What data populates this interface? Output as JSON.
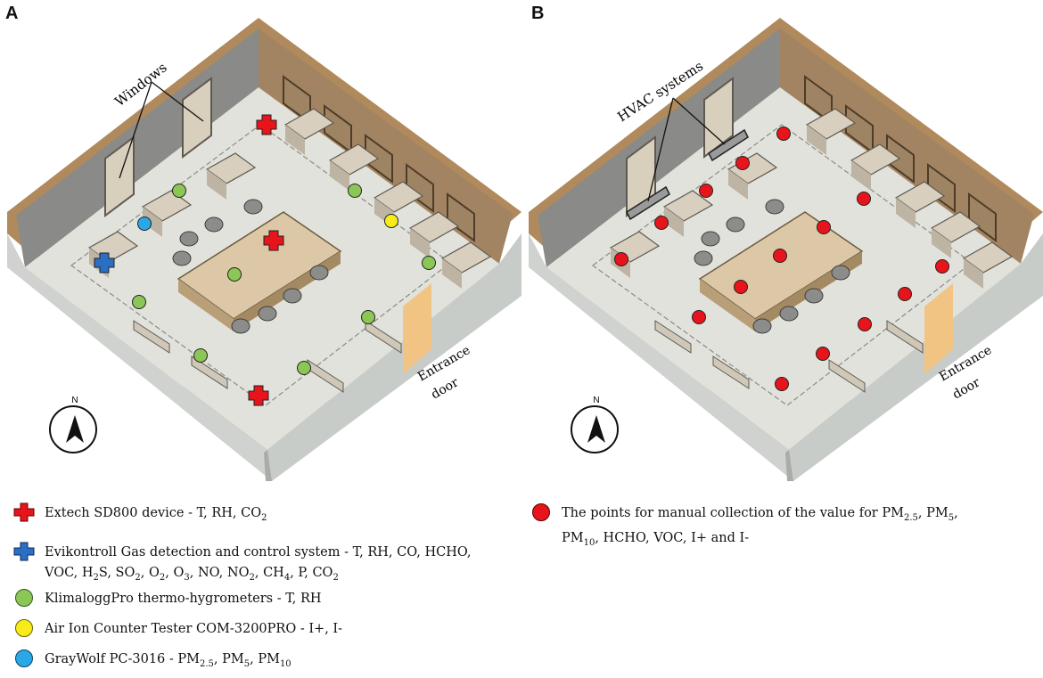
{
  "panels": {
    "a": {
      "letter": "A",
      "windows_label": "Windows",
      "entrance_line1": "Entrance",
      "entrance_line2": "door",
      "compass": "N"
    },
    "b": {
      "letter": "B",
      "hvac_label": "HVAC systems",
      "entrance_line1": "Entrance",
      "entrance_line2": "door",
      "compass": "N"
    }
  },
  "colors": {
    "red": "#e8141b",
    "blue": "#2a6fc4",
    "green": "#8cc656",
    "yellow": "#f7ec1a",
    "cyan": "#2aa7e6"
  },
  "legend_a": [
    {
      "symbol": "red-cross",
      "text": "Extech SD800 device - T, RH, CO",
      "sub": "2"
    },
    {
      "symbol": "blue-cross",
      "line1": "Evikontroll Gas detection and control system - T, RH, CO, HCHO,",
      "line2": [
        "VOC, H",
        "2",
        "S, SO",
        "2",
        ", O",
        "2",
        ", O",
        "3",
        ", NO, NO",
        "2",
        ", CH",
        "4",
        ", P, CO",
        "2"
      ]
    },
    {
      "symbol": "green-circle",
      "text": "KlimaloggPro thermo-hygrometers - T, RH"
    },
    {
      "symbol": "yellow-circle",
      "text": "Air Ion Counter Tester COM-3200PRO - I+, I-"
    },
    {
      "symbol": "cyan-circle",
      "parts": [
        "GrayWolf PC-3016 - PM",
        "2.5",
        ", PM",
        "5",
        ", PM",
        "10"
      ]
    }
  ],
  "legend_b": {
    "symbol": "red-circle",
    "line1": [
      "The points for manual collection of the value for PM",
      "2.5",
      ", PM",
      "5",
      ","
    ],
    "line2": [
      "PM",
      "10",
      ", HCHO, VOC, I+ and I-"
    ]
  }
}
